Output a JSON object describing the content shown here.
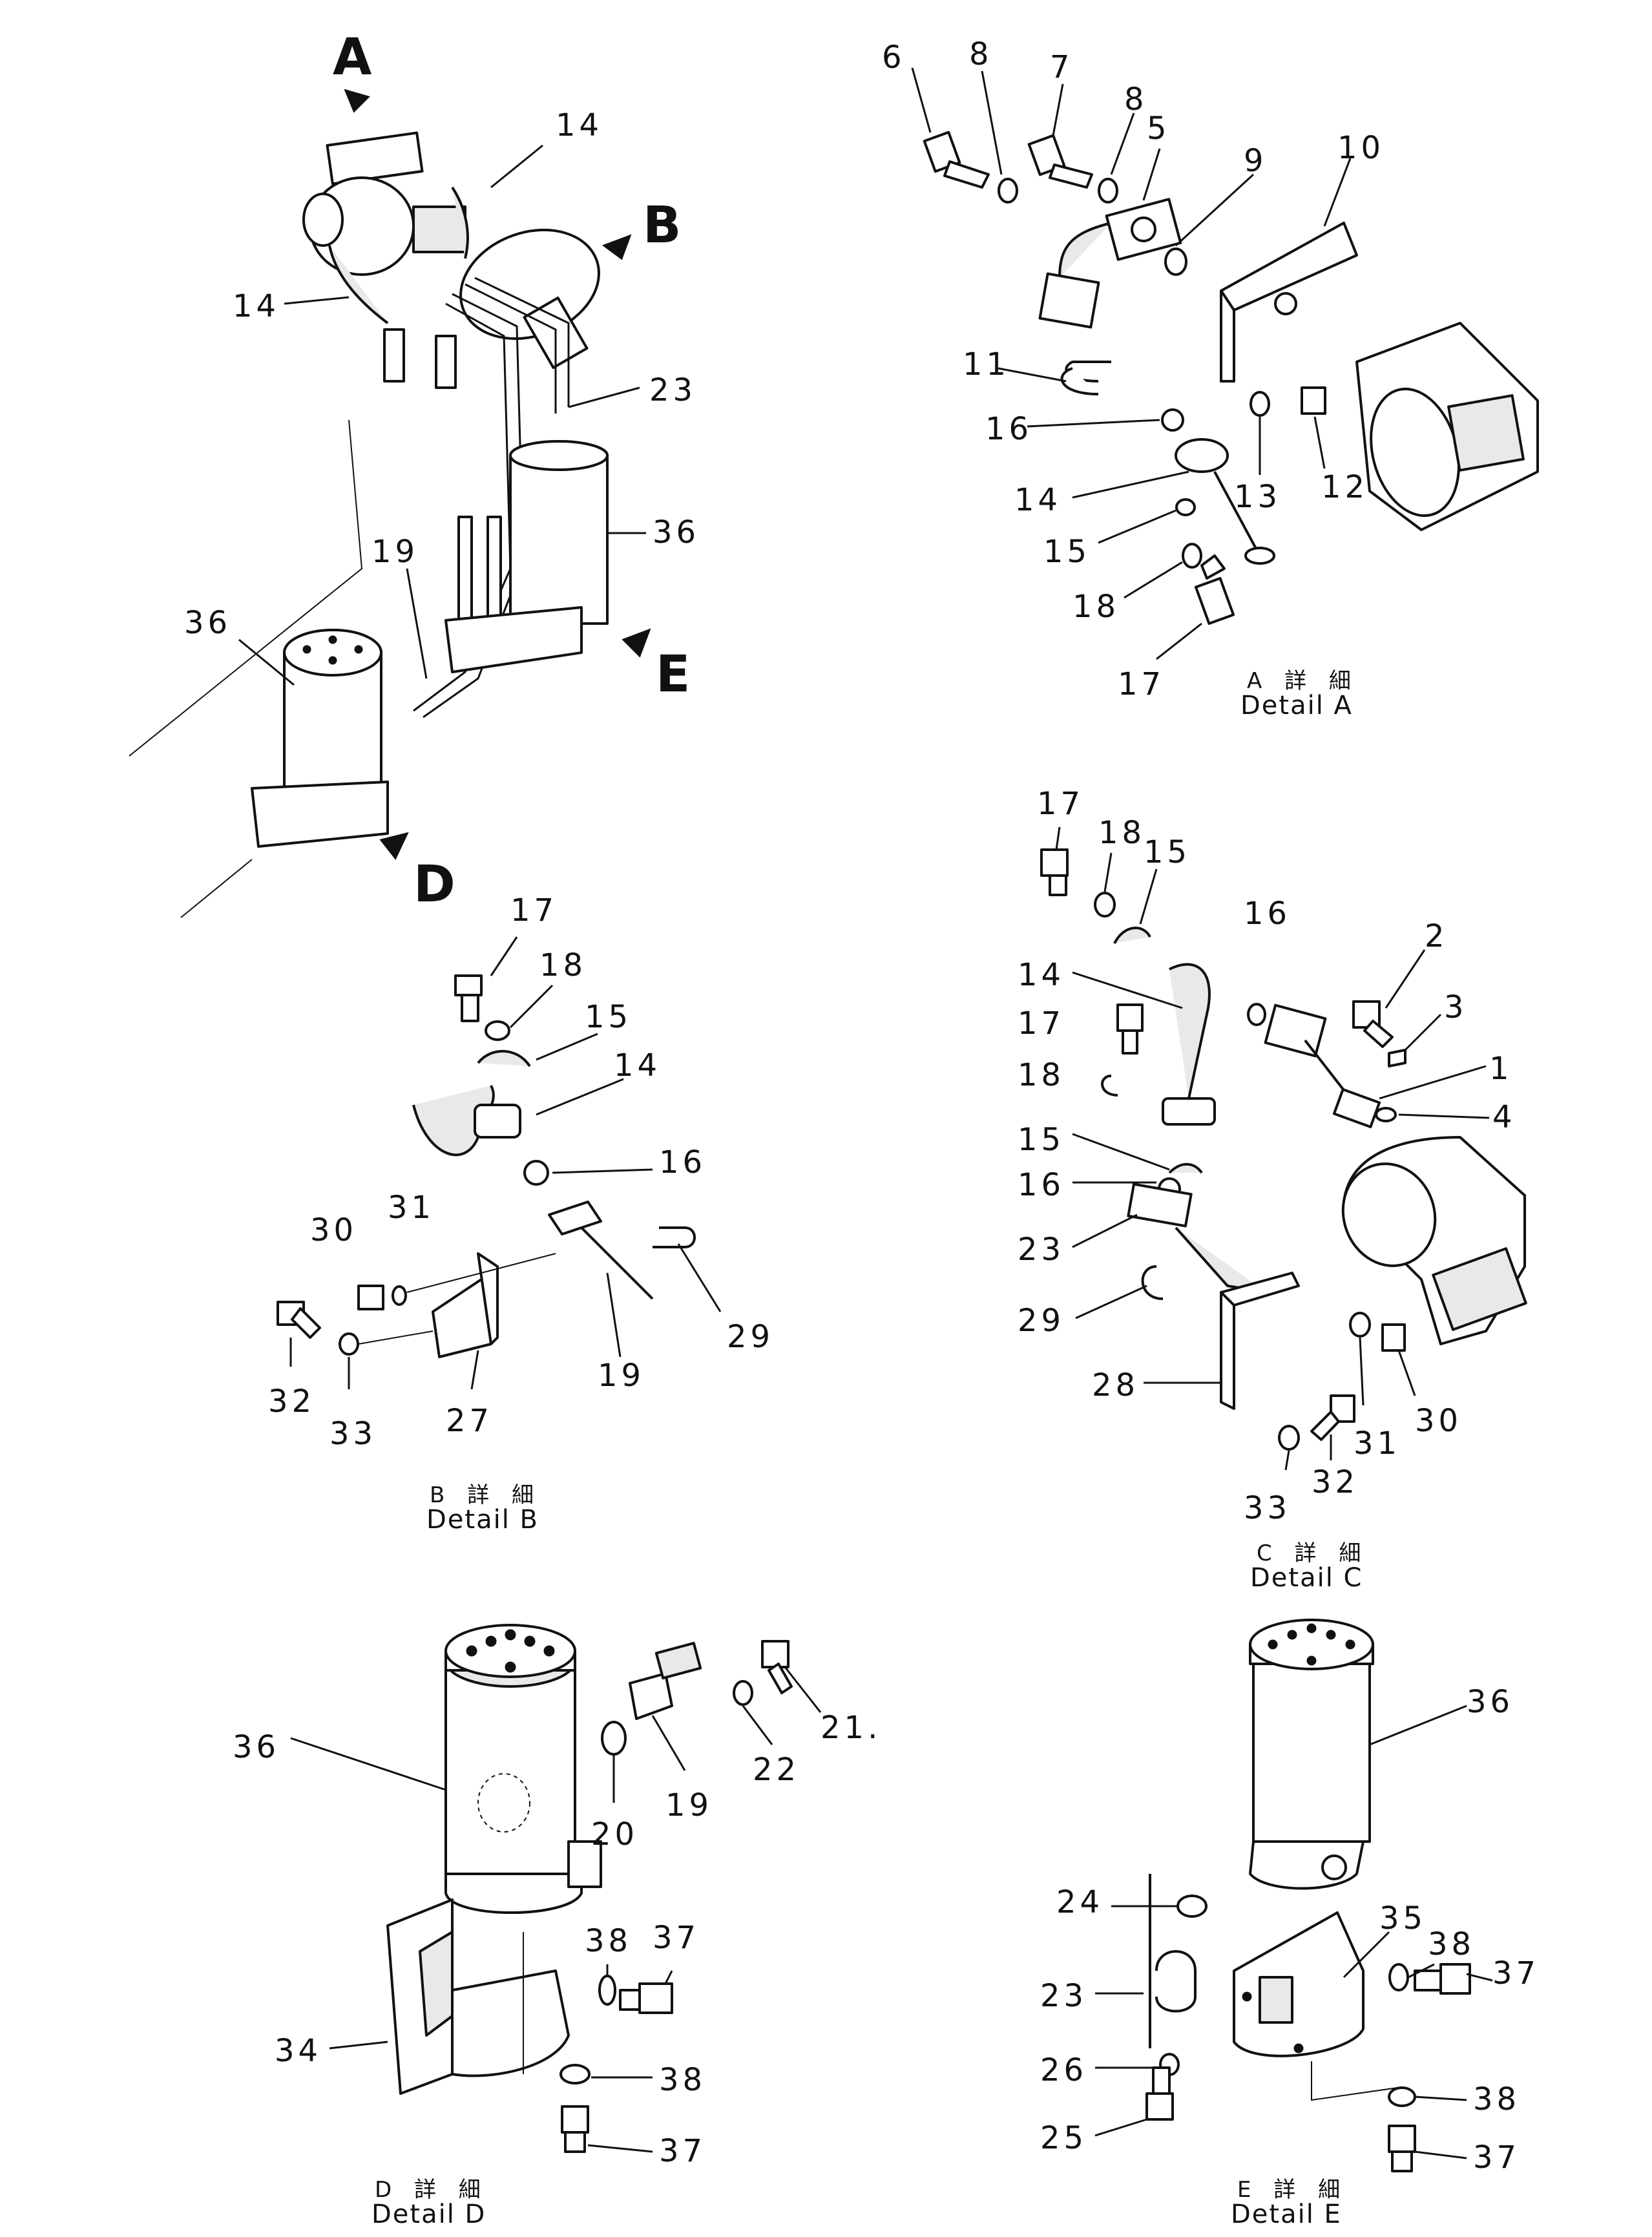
{
  "views": {
    "overview": {
      "arrow_labels": [
        "A",
        "B",
        "D",
        "E"
      ],
      "callouts": [
        "14",
        "14",
        "23",
        "36",
        "19",
        "36"
      ]
    },
    "detail_a": {
      "callouts": [
        "6",
        "8",
        "7",
        "8",
        "5",
        "9",
        "10",
        "11",
        "16",
        "13",
        "12",
        "14",
        "15",
        "18",
        "17"
      ],
      "caption_jp": "A 詳 細",
      "caption": "Detail  A"
    },
    "detail_b": {
      "callouts": [
        "17",
        "18",
        "15",
        "14",
        "16",
        "30",
        "31",
        "29",
        "32",
        "33",
        "27",
        "19"
      ],
      "caption_jp": "B 詳 細",
      "caption": "Detail  B"
    },
    "detail_c": {
      "callouts": [
        "17",
        "18",
        "15",
        "16",
        "2",
        "14",
        "3",
        "17",
        "1",
        "18",
        "4",
        "15",
        "16",
        "23",
        "29",
        "28",
        "31",
        "30",
        "32",
        "33"
      ],
      "caption_jp": "C 詳 細",
      "caption": "Detail  C"
    },
    "detail_d": {
      "callouts": [
        "36",
        "19",
        "22",
        "21.",
        "20",
        "38",
        "37",
        "34",
        "38",
        "37"
      ],
      "caption_jp": "D 詳 細",
      "caption": "Detail  D"
    },
    "detail_e": {
      "callouts": [
        "36",
        "24",
        "35",
        "38",
        "37",
        "23",
        "26",
        "38",
        "25",
        "37"
      ],
      "caption_jp": "E 詳 細",
      "caption": "Detail  E"
    }
  }
}
